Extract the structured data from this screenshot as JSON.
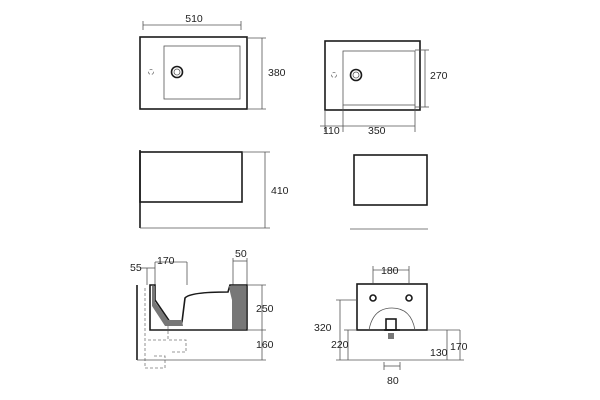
{
  "labels": {
    "top_width": "510",
    "top_height": "380",
    "mid_height": "270",
    "offset_left": "110",
    "inner_width": "350",
    "front_height": "410",
    "side_55": "55",
    "side_170": "170",
    "side_50": "50",
    "side_250": "250",
    "side_160": "160",
    "front_180": "180",
    "front_320": "320",
    "front_220": "220",
    "front_130": "130",
    "front_170": "170",
    "front_80": "80"
  },
  "colors": {
    "line": "#1a1a1a",
    "dim": "#555555",
    "accent": "#777777"
  }
}
